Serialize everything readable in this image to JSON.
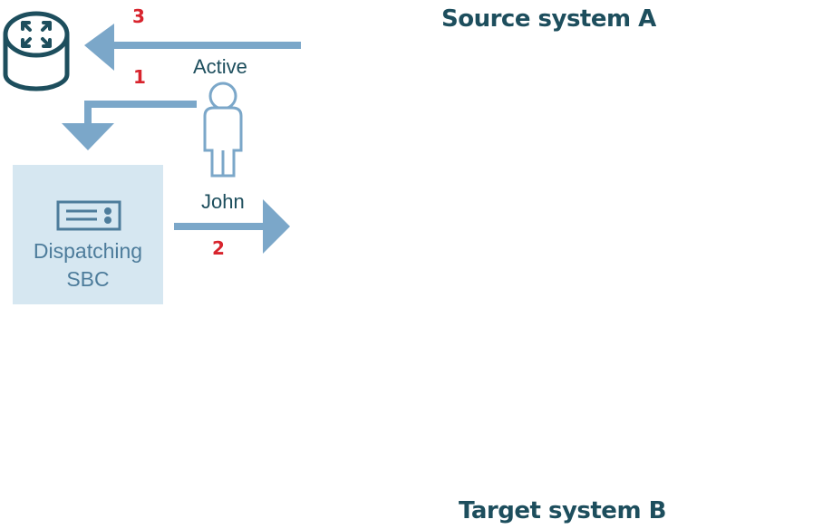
{
  "titles": {
    "source": "Source system A",
    "target": "Target system B"
  },
  "labels": {
    "active": "Active",
    "user": "John",
    "sbc_line1": "Dispatching",
    "sbc_line2": "SBC"
  },
  "steps": {
    "one": "1",
    "two": "2",
    "three": "3"
  },
  "colors": {
    "title": "#1d4e5d",
    "step": "#d8242d",
    "arrow": "#7ba7c9",
    "sbc_box": "#d6e7f1",
    "router": "#1d4e5d",
    "green": "#7ab32e",
    "orange": "#ee8100"
  },
  "icons": {
    "router": "router-icon",
    "user": "user-icon",
    "sbc": "server-icon",
    "routing": "routing-arrows-icon",
    "billing": "clock-dollar-icon"
  }
}
